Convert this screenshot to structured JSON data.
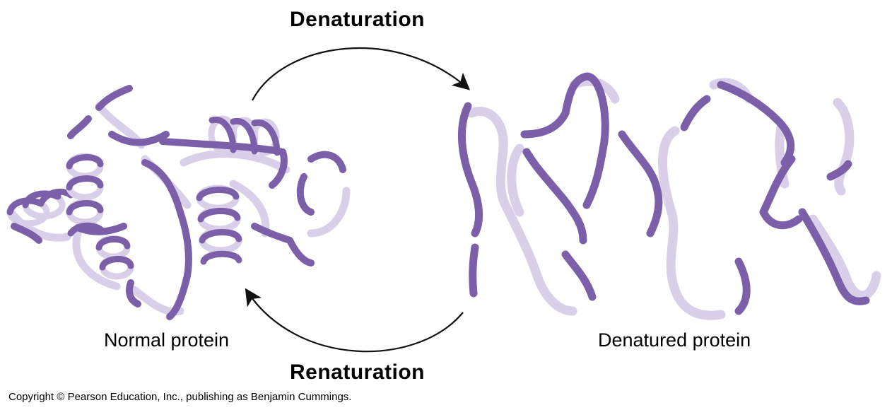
{
  "labels": {
    "denaturation": "Denaturation",
    "renaturation": "Renaturation",
    "normal_protein": "Normal protein",
    "denatured_protein": "Denatured protein",
    "copyright": "Copyright © Pearson Education, Inc., publishing as Benjamin Cummings."
  },
  "colors": {
    "ribbon_dark": "#7b5fa8",
    "ribbon_light": "#d9cfe8",
    "arrow": "#111111",
    "background": "#ffffff"
  },
  "icons": {
    "folded_protein": "folded-protein-ribbon",
    "denatured_protein": "unfolded-protein-ribbon",
    "cycle_arrows": "curved-arrow"
  }
}
